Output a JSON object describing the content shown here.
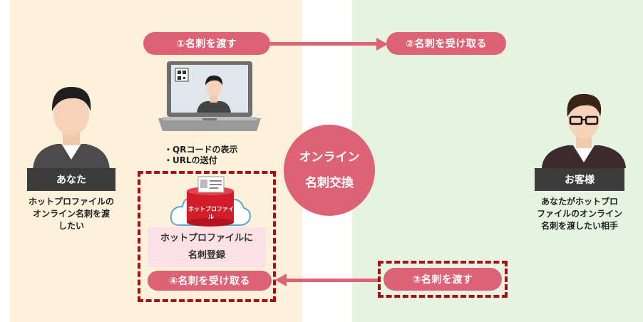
{
  "left_person": {
    "label": "あなた",
    "desc": [
      "ホットプロファイルの",
      "オンライン名刺を渡",
      "したい"
    ]
  },
  "right_person": {
    "label": "お客様",
    "desc": [
      "あなたがホットプロ",
      "ファイルのオンライン",
      "名刺を渡したい相手"
    ]
  },
  "steps": {
    "step1": "①名刺を渡す",
    "step2": "②名刺を受け取る",
    "step3": "③名刺を渡す",
    "step4": "④名刺を受け取る"
  },
  "center": {
    "line1": "オンライン",
    "line2": "名刺交換"
  },
  "laptop_notes": [
    "・QRコードの表示",
    "・URLの送付"
  ],
  "registration": {
    "line1": "ホットプロファイルに",
    "line2": "名刺登録"
  },
  "cloud": {
    "logo_text": "ホットプロファイル"
  },
  "colors": {
    "accent": "#dd6274",
    "dark_red": "#a80e12",
    "left_bg": "#fdf1dc",
    "right_bg": "#e6f3e1",
    "label_bg": "#3c3c3c",
    "pink_area": "#fbe1e6"
  },
  "icons": {
    "left_person": "man-avatar-icon",
    "right_person": "man-glasses-avatar-icon",
    "laptop": "laptop-icon",
    "cloud": "cloud-database-icon",
    "card": "business-card-icon"
  }
}
